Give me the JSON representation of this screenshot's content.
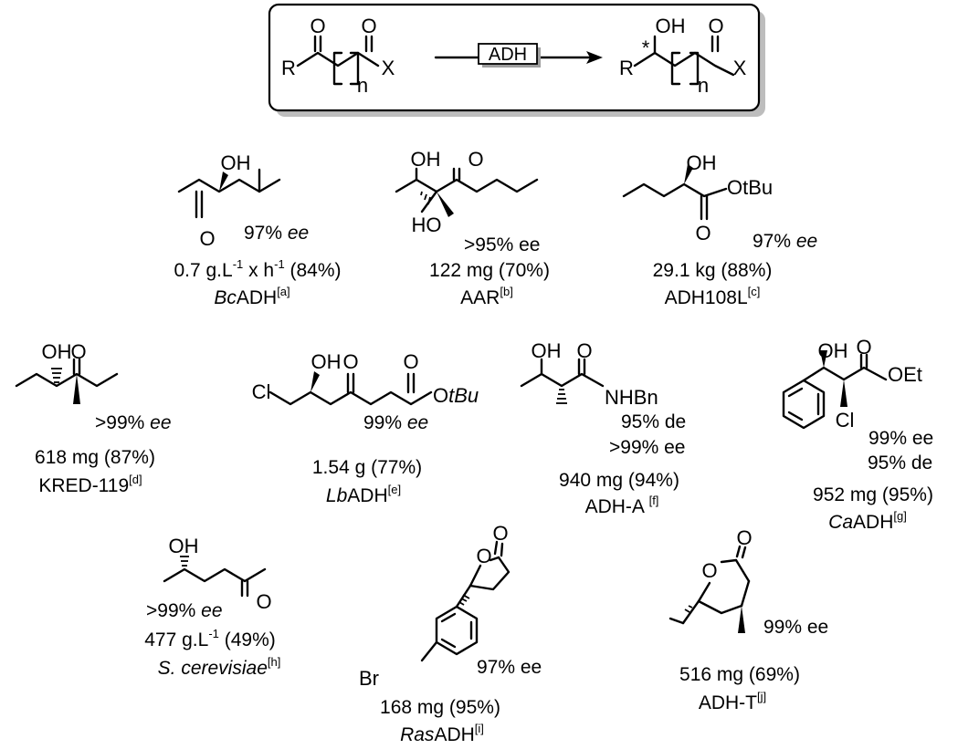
{
  "scheme": {
    "reactant": {
      "R": "R",
      "O1": "O",
      "O2": "O",
      "n": "n",
      "X": "X"
    },
    "enzyme": "ADH",
    "product": {
      "OH": "OH",
      "star": "*",
      "R": "R",
      "O": "O",
      "n": "n",
      "X": "X"
    }
  },
  "compounds": [
    {
      "id": "c1",
      "labels": {
        "OH": "OH",
        "O": "O"
      },
      "ee_value": "97% ",
      "ee_unit": "ee",
      "amount_prefix": "0.7 g.L",
      "amount_sup1": "-1",
      "amount_mid": " x h",
      "amount_sup2": "-1",
      "amount_suffix": " (84%)",
      "enzyme_italic": "Bc",
      "enzyme_rest": "ADH",
      "ref": "[a]"
    },
    {
      "id": "c2",
      "labels": {
        "OH": "OH",
        "O": "O",
        "HO": "HO"
      },
      "ee": ">95% ee",
      "amount": "122 mg (70%)",
      "enzyme_rest": "AAR",
      "ref": "[b]"
    },
    {
      "id": "c3",
      "labels": {
        "OH": "OH",
        "OtBu": "OtBu",
        "O": "O"
      },
      "ee_value": "97% ",
      "ee_unit": "ee",
      "amount": "29.1 kg (88%)",
      "enzyme_rest": "ADH108L",
      "ref": "[c]"
    },
    {
      "id": "c4",
      "labels": {
        "OH": "OH",
        "O": "O"
      },
      "ee_value": ">99% ",
      "ee_unit": "ee",
      "amount": "618 mg (87%)",
      "enzyme_rest": "KRED-119",
      "ref": "[d]"
    },
    {
      "id": "c5",
      "labels": {
        "Cl": "Cl",
        "OH": "OH",
        "O1": "O",
        "O2": "O",
        "O_": "O",
        "tBu": "tBu"
      },
      "ee_value": "99% ",
      "ee_unit": "ee",
      "amount": "1.54 g (77%)",
      "enzyme_italic": "Lb",
      "enzyme_rest": "ADH",
      "ref": "[e]"
    },
    {
      "id": "c6",
      "labels": {
        "OH": "OH",
        "O": "O",
        "NHBn": "NHBn"
      },
      "de": "95% de",
      "ee": ">99% ee",
      "amount": "940 mg (94%)",
      "enzyme_rest": "ADH-A ",
      "ref": "[f]"
    },
    {
      "id": "c7",
      "labels": {
        "OH": "OH",
        "O": "O",
        "OEt": "OEt",
        "Cl": "Cl"
      },
      "ee": "99% ee",
      "de": "95% de",
      "amount": "952 mg (95%)",
      "enzyme_italic": "Ca",
      "enzyme_rest": "ADH",
      "ref": "[g]"
    },
    {
      "id": "c8",
      "labels": {
        "OH": "OH",
        "O": "O"
      },
      "ee_value": ">99% ",
      "ee_unit": "ee",
      "amount_prefix": "477 g.L",
      "amount_sup1": "-1",
      "amount_suffix": " (49%)",
      "enzyme_italic": "S. cerevisiae",
      "ref": "[h]"
    },
    {
      "id": "c9",
      "labels": {
        "O": "O",
        "O_ring": "O",
        "Br": "Br"
      },
      "ee": "97% ee",
      "amount": "168 mg (95%)",
      "enzyme_italic": "Ras",
      "enzyme_rest": "ADH",
      "ref": "[i]"
    },
    {
      "id": "c10",
      "labels": {
        "O": "O",
        "O_ring": "O"
      },
      "ee": "99% ee",
      "amount": "516 mg (69%)",
      "enzyme_rest": "ADH-T",
      "ref": "[j]"
    }
  ]
}
